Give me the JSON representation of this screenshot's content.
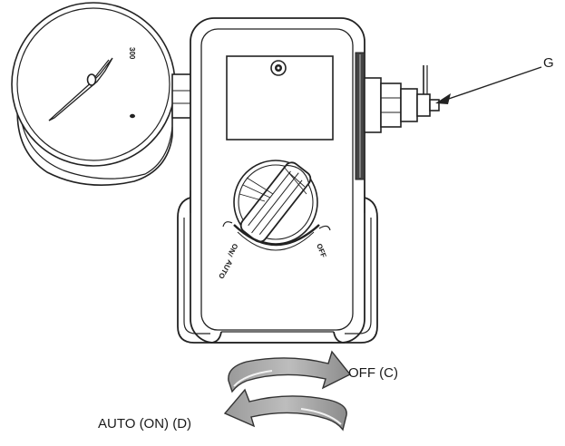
{
  "diagram": {
    "callouts": {
      "g_label": "G",
      "off_label": "OFF (C)",
      "auto_label": "AUTO (ON) (D)"
    },
    "gauge": {
      "dial_marking": "300"
    },
    "control_knob": {
      "left_marking_top": "ON",
      "left_marking_divider": "/",
      "left_marking_bottom": "AUTO",
      "right_marking": "OFF"
    }
  }
}
